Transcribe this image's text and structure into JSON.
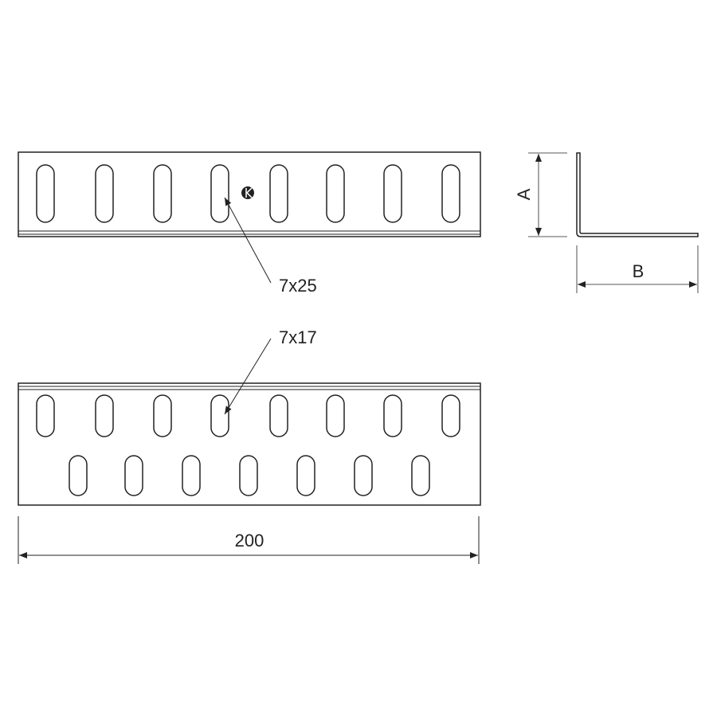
{
  "labels": {
    "slot_top": "7x25",
    "slot_bottom": "7x17",
    "length": "200",
    "dim_a": "A",
    "dim_b": "B"
  },
  "colors": {
    "line": "#222222"
  }
}
